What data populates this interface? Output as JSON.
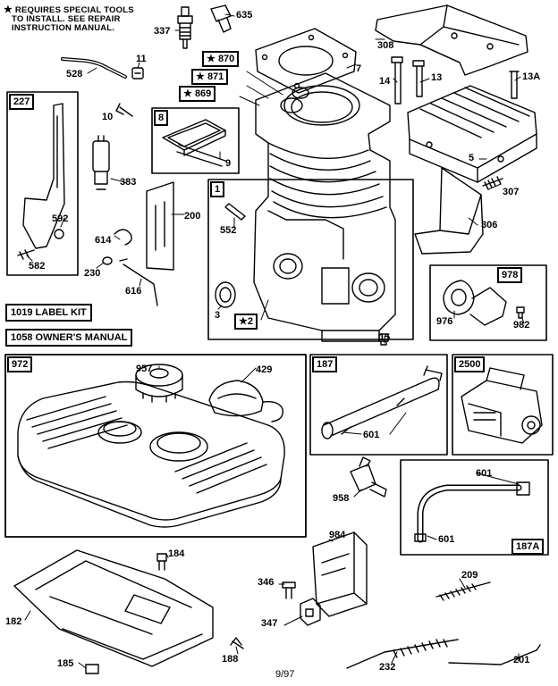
{
  "notice": {
    "symbol": "★",
    "line1": "REQUIRES SPECIAL TOOLS",
    "line2": "TO INSTALL.  SEE REPAIR",
    "line3": "INSTRUCTION MANUAL."
  },
  "kits": {
    "label_kit": "1019 LABEL KIT",
    "owners_manual": "1058 OWNER'S MANUAL"
  },
  "boxed": {
    "b227": "227",
    "b8": "8",
    "b1": "1",
    "b978": "978",
    "b972": "972",
    "b187": "187",
    "b2500": "2500",
    "b187a": "187A",
    "s870": "870",
    "s871": "871",
    "s869": "869",
    "s2": "2",
    "star": "★"
  },
  "parts": {
    "p337": "337",
    "p635": "635",
    "p308": "308",
    "p7": "7",
    "p528": "528",
    "p11": "11",
    "p14": "14",
    "p13": "13",
    "p13a": "13A",
    "p10": "10",
    "p9": "9",
    "p383": "383",
    "p5": "5",
    "p307": "307",
    "p200": "200",
    "p552": "552",
    "p306": "306",
    "p592": "592",
    "p582": "582",
    "p614": "614",
    "p230": "230",
    "p616": "616",
    "p3": "3",
    "p15": "15",
    "p976": "976",
    "p982": "982",
    "p957": "957",
    "p429": "429",
    "p601a": "601",
    "p601b": "601",
    "p601c": "601",
    "p958": "958",
    "p984": "984",
    "p209": "209",
    "p184": "184",
    "p346": "346",
    "p347": "347",
    "p182": "182",
    "p185": "185",
    "p188": "188",
    "p232": "232",
    "p201": "201"
  },
  "footer": {
    "date": "9/97"
  }
}
